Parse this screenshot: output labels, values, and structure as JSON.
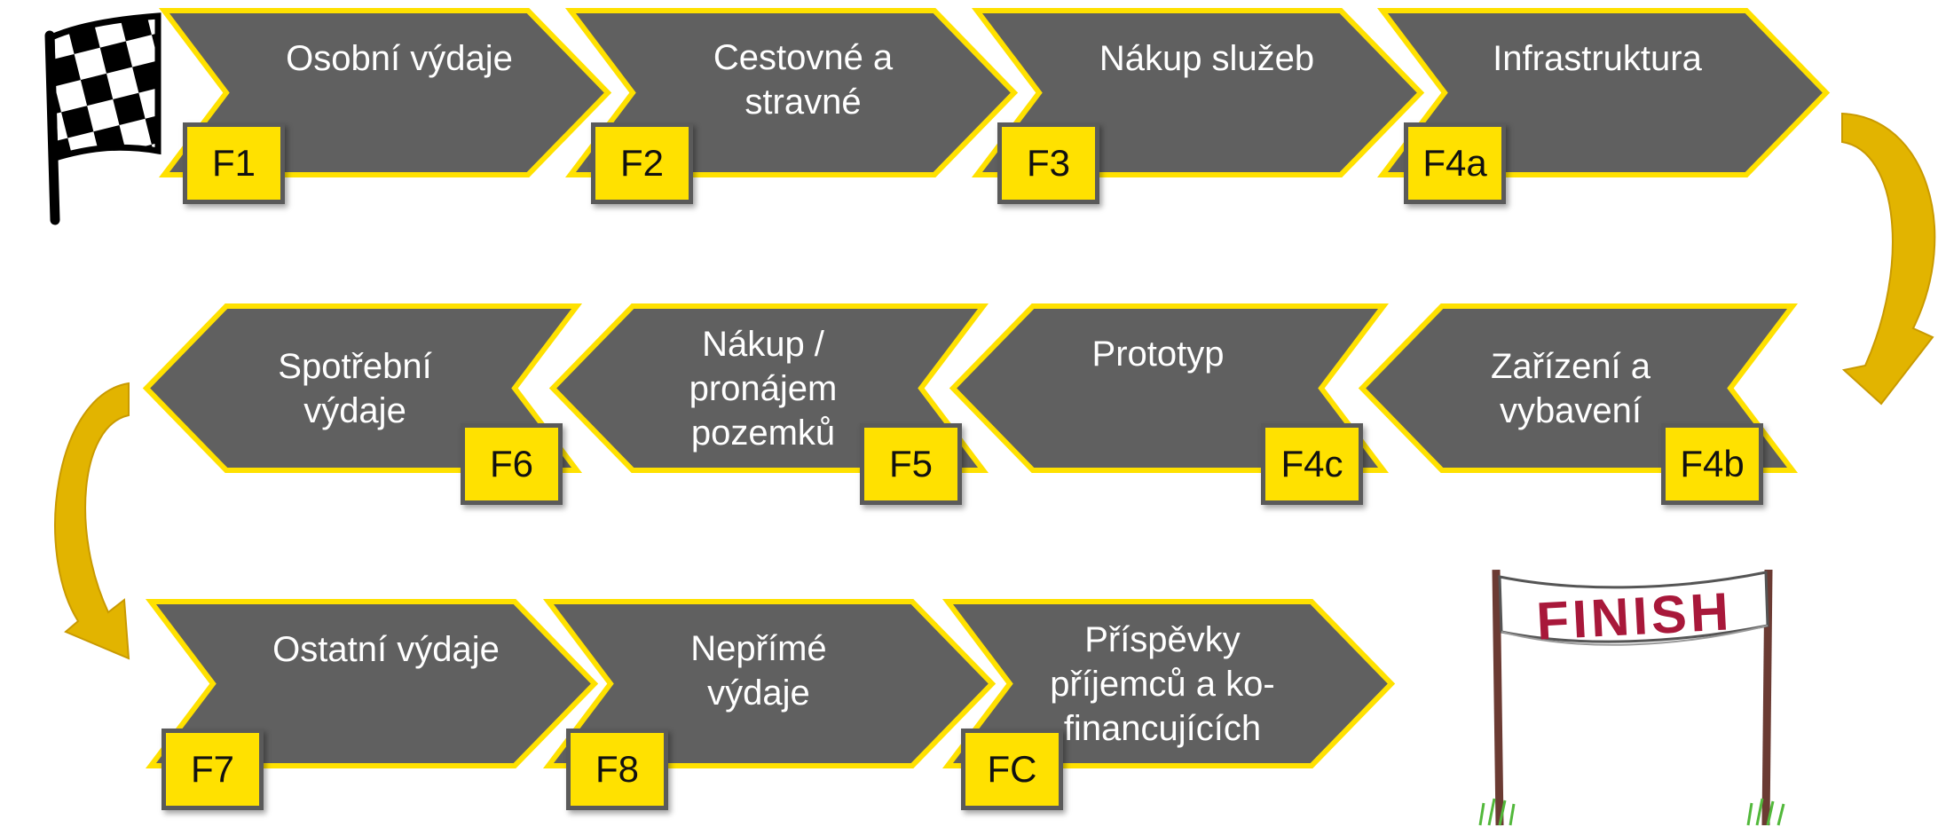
{
  "colors": {
    "chevron_fill": "#606060",
    "chevron_border": "#ffe100",
    "tag_fill": "#ffe100",
    "arrow": "#e2b400"
  },
  "steps": [
    {
      "label": "Osobní výdaje",
      "code": "F1"
    },
    {
      "label": "Cestovné a\nstravné",
      "code": "F2"
    },
    {
      "label": "Nákup služeb",
      "code": "F3"
    },
    {
      "label": "Infrastruktura",
      "code": "F4a"
    },
    {
      "label": "Zařízení a\nvybavení",
      "code": "F4b"
    },
    {
      "label": "Prototyp",
      "code": "F4c"
    },
    {
      "label": "Nákup /\npronájem\npozemků",
      "code": "F5"
    },
    {
      "label": "Spotřební\nvýdaje",
      "code": "F6"
    },
    {
      "label": "Ostatní výdaje",
      "code": "F7"
    },
    {
      "label": "Nepřímé\nvýdaje",
      "code": "F8"
    },
    {
      "label": "Příspěvky\npříjemců a ko-\nfinancujících",
      "code": "FC"
    }
  ],
  "finish_banner": "FINISH",
  "icons": {
    "start": "checkered-flag-icon",
    "end": "finish-line-banner-icon",
    "connector": "curved-arrow-icon"
  }
}
